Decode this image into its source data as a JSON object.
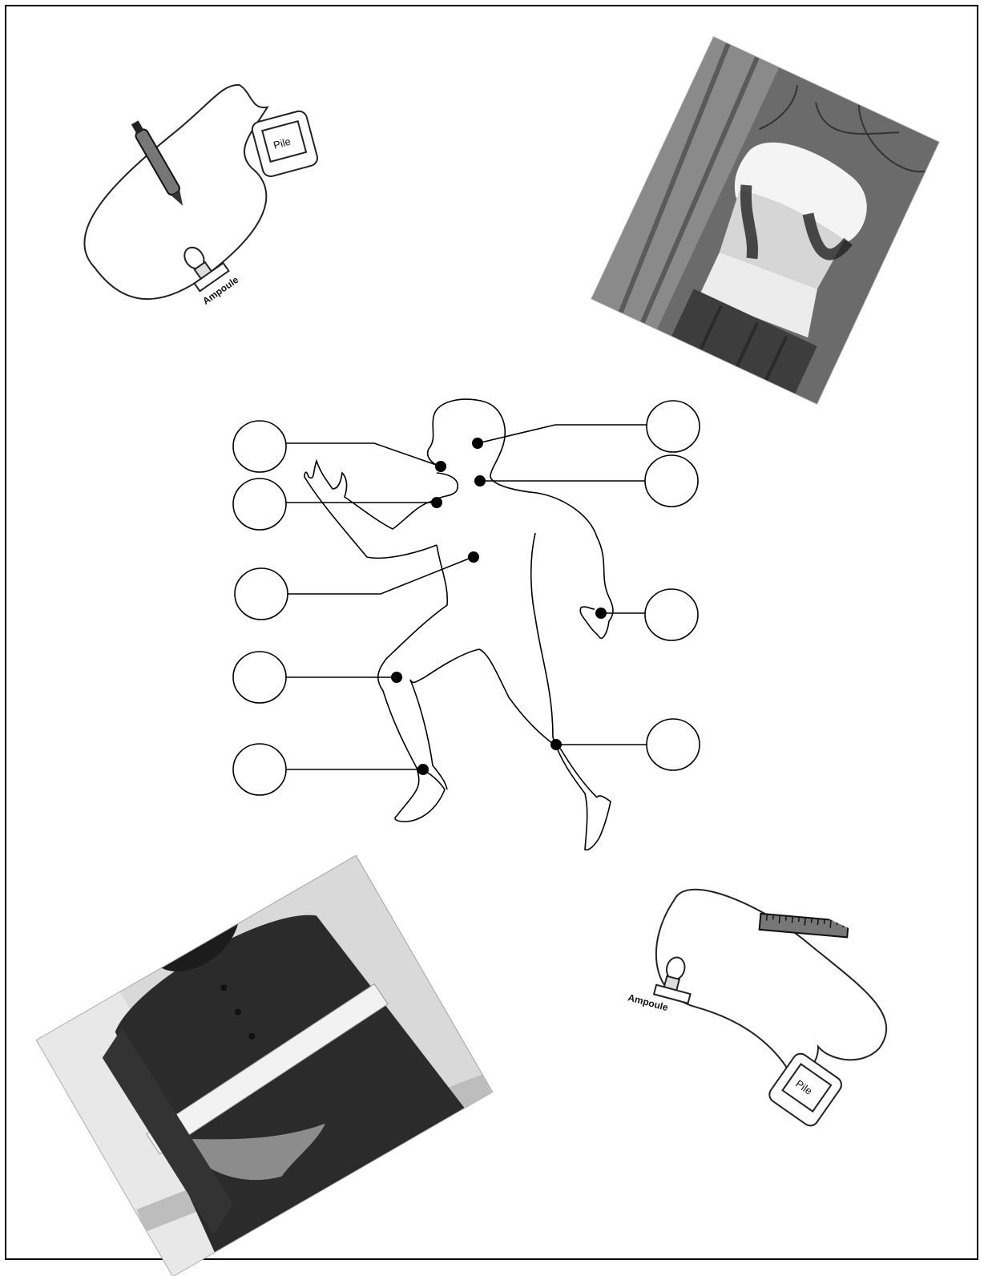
{
  "circuit_top": {
    "battery_label": "Pile",
    "bulb_label": "Ampoule",
    "tool_icon": "pen-icon"
  },
  "circuit_bottom": {
    "battery_label": "Pile",
    "bulb_label": "Ampoule",
    "tool_icon": "ruler-icon"
  },
  "photos": {
    "snowy_bust": {
      "icon": "snow-covered-mannequin-photo"
    },
    "chest_measure": {
      "icon": "child-measuring-tape-photo"
    }
  },
  "body_diagram": {
    "icon": "running-child-outline",
    "labels": [
      "",
      "",
      "",
      "",
      "",
      "",
      "",
      "",
      "",
      ""
    ],
    "colors": {
      "line": "#000000",
      "dot": "#000000"
    }
  }
}
